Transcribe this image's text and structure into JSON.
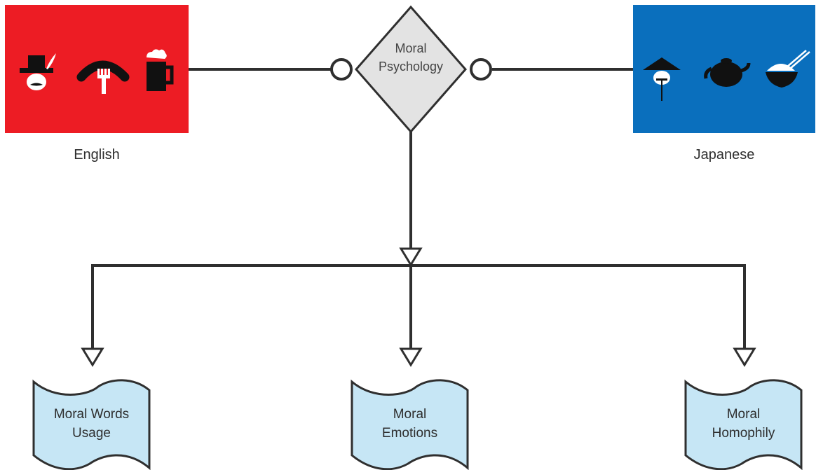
{
  "colors": {
    "english_bg": "#ed1c24",
    "japanese_bg": "#0a6fbd",
    "diamond_fill": "#e3e3e3",
    "doc_fill": "#c6e6f5",
    "line": "#2f2f2f"
  },
  "center": {
    "line1": "Moral",
    "line2": "Psychology"
  },
  "languages": {
    "english": {
      "label": "English",
      "icons": [
        "top-hat-face-icon",
        "sausage-fork-icon",
        "beer-mug-icon"
      ]
    },
    "japanese": {
      "label": "Japanese",
      "icons": [
        "conical-hat-face-icon",
        "teapot-icon",
        "rice-bowl-chopsticks-icon"
      ]
    }
  },
  "outcomes": [
    {
      "line1": "Moral Words",
      "line2": "Usage"
    },
    {
      "line1": "Moral",
      "line2": "Emotions"
    },
    {
      "line1": "Moral",
      "line2": "Homophily"
    }
  ]
}
